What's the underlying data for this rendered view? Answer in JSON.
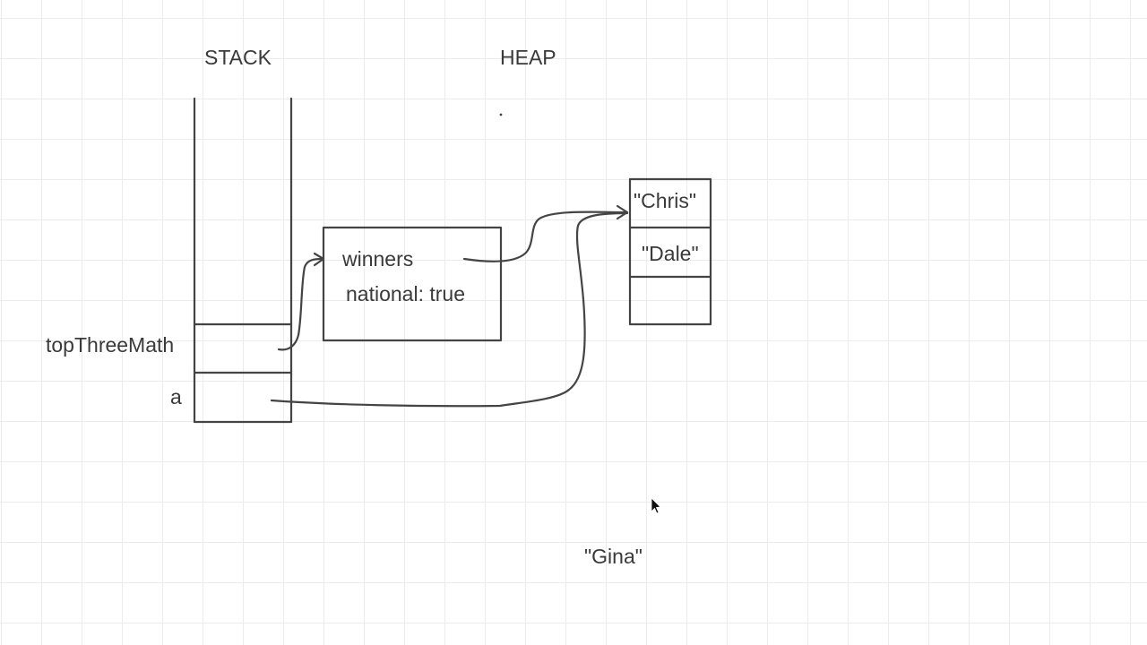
{
  "headings": {
    "stack": "STACK",
    "heap": "HEAP"
  },
  "stack": {
    "variables": [
      "topThreeMath",
      "a"
    ]
  },
  "heap_object": {
    "fields": [
      "winners",
      "national: true"
    ]
  },
  "heap_array": {
    "elements": [
      "\"Chris\"",
      "\"Dale\"",
      ""
    ]
  },
  "loose_values": [
    "\"Gina\""
  ],
  "colors": {
    "ink": "#444444",
    "grid": "#ececec",
    "background": "#ffffff"
  }
}
